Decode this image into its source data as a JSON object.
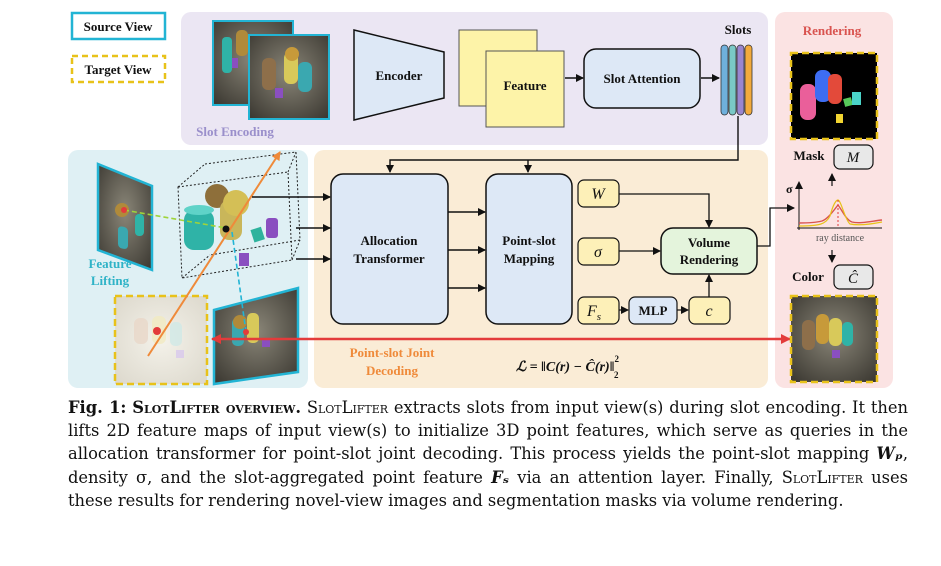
{
  "legend": {
    "source_view": "Source View",
    "target_view": "Target View"
  },
  "slot_encoding": {
    "label": "Slot Encoding",
    "encoder": "Encoder",
    "feature": "Feature",
    "slot_attention": "Slot Attention",
    "slots": "Slots"
  },
  "lifting": {
    "label_line1": "Feature",
    "label_line2": "Lifting"
  },
  "decoding": {
    "allocation_line1": "Allocation",
    "allocation_line2": "Transformer",
    "mapping_line1": "Point-slot",
    "mapping_line2": "Mapping",
    "w": "W",
    "sigma": "σ",
    "fs_main": "F",
    "fs_sub": "s",
    "mlp": "MLP",
    "c": "c",
    "volume_line1": "Volume",
    "volume_line2": "Rendering",
    "label_line1": "Point-slot Joint",
    "label_line2": "Decoding",
    "loss": "ℒ = ‖C(r) − Ĉ(r)‖",
    "loss_sup": "2",
    "loss_sub": "2"
  },
  "rendering": {
    "title": "Rendering",
    "mask_label": "Mask",
    "mask_symbol": "M",
    "sigma_axis": "σ",
    "ray_distance": "ray distance",
    "color_label": "Color",
    "color_symbol": "Ĉ"
  },
  "colors": {
    "slot_encoding_bg": "#ebe6f3",
    "lifting_bg": "#dff0f4",
    "decoding_bg": "#faecd6",
    "rendering_bg": "#fbe3e3",
    "block_blue": "#dde8f6",
    "feature_yellow": "#fdf3a8",
    "volume_green": "#e4f4dc",
    "chip_yellow": "#fdf0b8",
    "source_cyan": "#22b4d4",
    "target_yellow": "#e8c21a",
    "loss_red": "#e33b3b",
    "rendering_title": "#d9534f"
  },
  "caption": {
    "label": "Fig. 1:",
    "title": "SlotLifter overview.",
    "line1_rest": " extracts slots from input view(s) during",
    "name": "SlotLifter",
    "line2": "slot encoding. It then lifts 2D feature maps of input view(s) to initialize 3D point features,",
    "line3": "which serve as queries in the allocation transformer for point-slot joint decoding. This",
    "line4_a": "process yields the point-slot mapping ",
    "wp": "Wₚ",
    "line4_b": ", density σ, and the slot-aggregated point",
    "line5_a": "feature ",
    "fs": "Fₛ",
    "line5_b": " via an attention layer. Finally, ",
    "line5_c": " uses these results for rendering",
    "line6": "novel-view images and segmentation masks via volume rendering."
  }
}
